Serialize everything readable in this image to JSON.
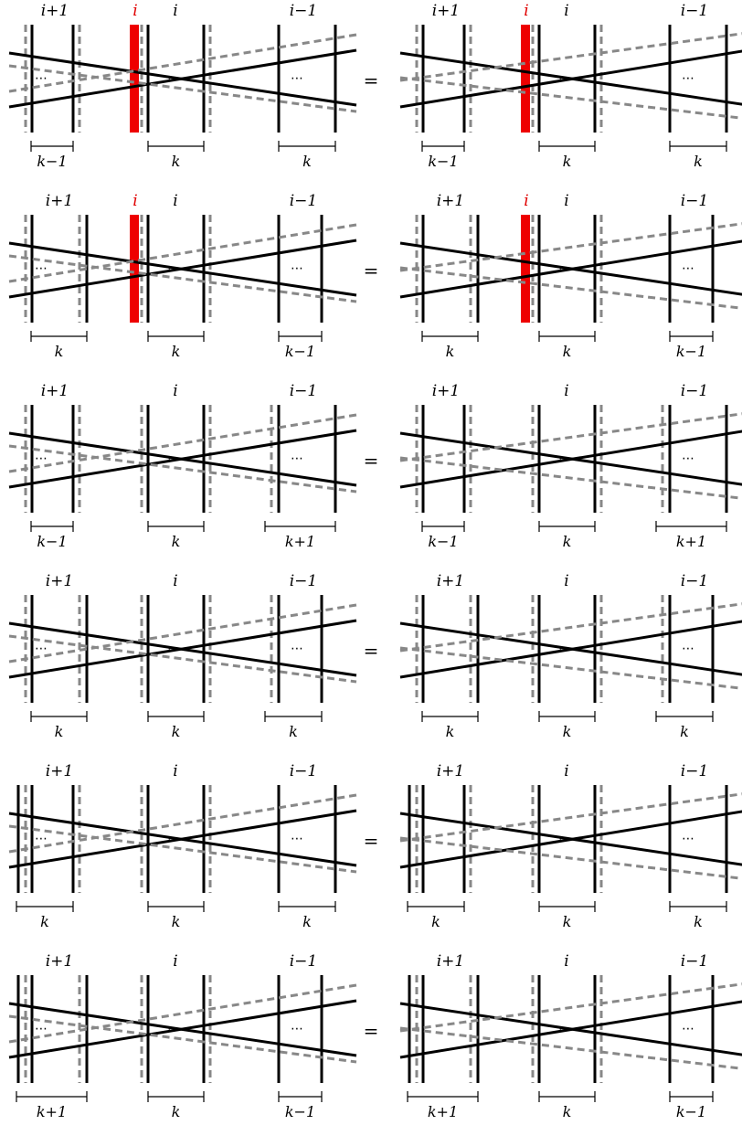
{
  "equals_sign": "=",
  "dots_glyph": "⋯",
  "colors": {
    "solid": "#000000",
    "dashed": "#888888",
    "highlight": "#ee0000"
  },
  "panels": [
    {
      "id": "row1-left",
      "labels": [
        "i+1",
        "i",
        "i",
        "i−1"
      ],
      "label_red": [
        false,
        true,
        false,
        false
      ],
      "braces": [
        "k−1",
        "k",
        "k"
      ]
    },
    {
      "id": "row1-right",
      "labels": [
        "i+1",
        "i",
        "i",
        "i−1"
      ],
      "label_red": [
        false,
        true,
        false,
        false
      ],
      "braces": [
        "k−1",
        "k",
        "k"
      ]
    },
    {
      "id": "row2-left",
      "labels": [
        "i+1",
        "i",
        "i",
        "i−1"
      ],
      "label_red": [
        false,
        true,
        false,
        false
      ],
      "braces": [
        "k",
        "k",
        "k−1"
      ]
    },
    {
      "id": "row2-right",
      "labels": [
        "i+1",
        "i",
        "i",
        "i−1"
      ],
      "label_red": [
        false,
        true,
        false,
        false
      ],
      "braces": [
        "k",
        "k",
        "k−1"
      ]
    },
    {
      "id": "row3-left",
      "labels": [
        "i+1",
        "i",
        "i−1"
      ],
      "label_red": [
        false,
        false,
        false
      ],
      "braces": [
        "k−1",
        "k",
        "k+1"
      ]
    },
    {
      "id": "row3-right",
      "labels": [
        "i+1",
        "i",
        "i−1"
      ],
      "label_red": [
        false,
        false,
        false
      ],
      "braces": [
        "k−1",
        "k",
        "k+1"
      ]
    },
    {
      "id": "row4-left",
      "labels": [
        "i+1",
        "i",
        "i−1"
      ],
      "label_red": [
        false,
        false,
        false
      ],
      "braces": [
        "k",
        "k",
        "k"
      ]
    },
    {
      "id": "row4-right",
      "labels": [
        "i+1",
        "i",
        "i−1"
      ],
      "label_red": [
        false,
        false,
        false
      ],
      "braces": [
        "k",
        "k",
        "k"
      ]
    },
    {
      "id": "row5-left",
      "labels": [
        "i+1",
        "i",
        "i−1"
      ],
      "label_red": [
        false,
        false,
        false
      ],
      "braces": [
        "k",
        "k",
        "k"
      ]
    },
    {
      "id": "row5-right",
      "labels": [
        "i+1",
        "i",
        "i−1"
      ],
      "label_red": [
        false,
        false,
        false
      ],
      "braces": [
        "k",
        "k",
        "k"
      ]
    },
    {
      "id": "row6-left",
      "labels": [
        "i+1",
        "i",
        "i−1"
      ],
      "label_red": [
        false,
        false,
        false
      ],
      "braces": [
        "k+1",
        "k",
        "k−1"
      ]
    },
    {
      "id": "row6-right",
      "labels": [
        "i+1",
        "i",
        "i−1"
      ],
      "label_red": [
        false,
        false,
        false
      ],
      "braces": [
        "k+1",
        "k",
        "k−1"
      ]
    }
  ]
}
